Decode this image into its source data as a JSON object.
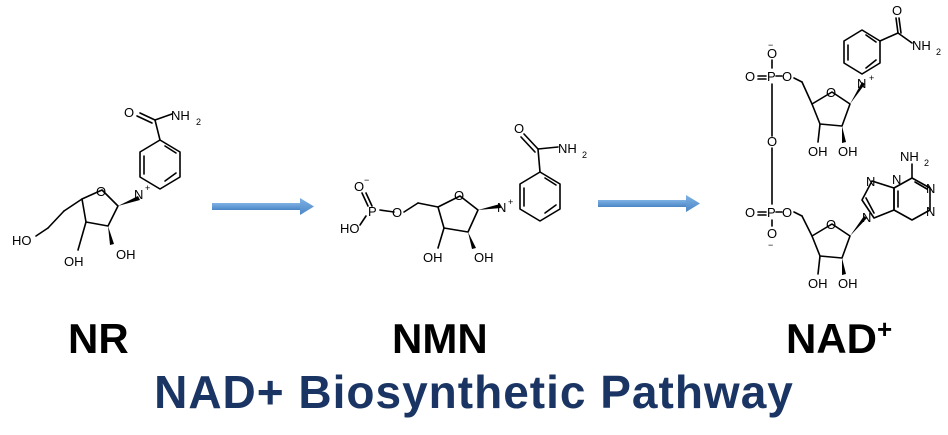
{
  "compounds": {
    "nr": {
      "label": "NR"
    },
    "nmn": {
      "label": "NMN"
    },
    "nad": {
      "label": "NAD",
      "superscript": "+"
    }
  },
  "title": "NAD+ Biosynthetic Pathway",
  "atoms": {
    "oxygen": "O",
    "nitrogen": "N",
    "phosphorus": "P",
    "hydroxyl": "OH",
    "hydroxyl_left": "HO",
    "amide": "NH",
    "amine": "NH",
    "subscript_two": "2",
    "plus": "+",
    "minus": "−"
  },
  "colors": {
    "arrow": "#5b9bd5",
    "title": "#1a3563",
    "structure": "#000000"
  }
}
